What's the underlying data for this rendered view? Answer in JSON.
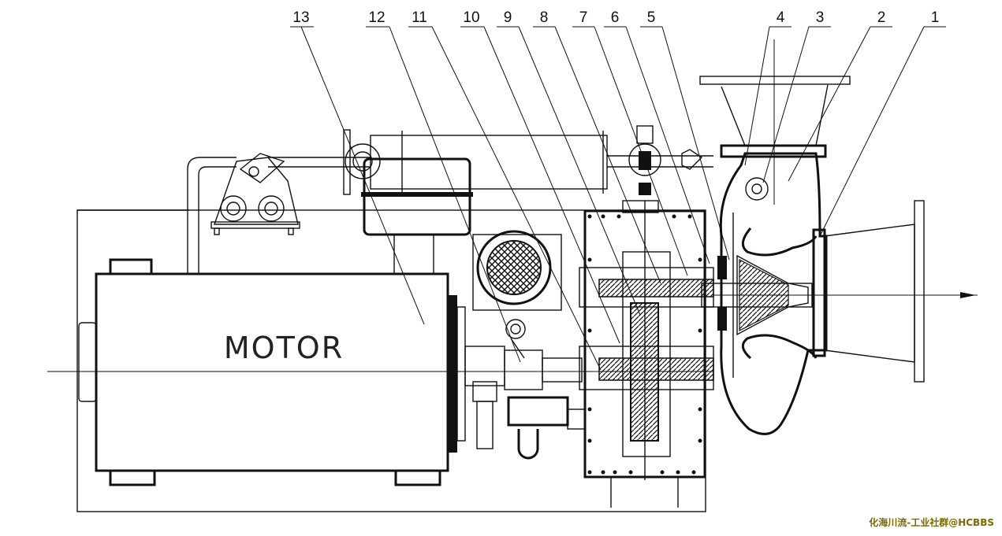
{
  "drawing": {
    "motor_label": "MOTOR",
    "part_numbers": [
      "1",
      "2",
      "3",
      "4",
      "5",
      "6",
      "7",
      "8",
      "9",
      "10",
      "11",
      "12",
      "13"
    ]
  },
  "watermark": "化海川流-工业社群@HCBBS",
  "colors": {
    "ink": "#111111",
    "paper": "#ffffff",
    "watermark": "#7a6a00"
  }
}
